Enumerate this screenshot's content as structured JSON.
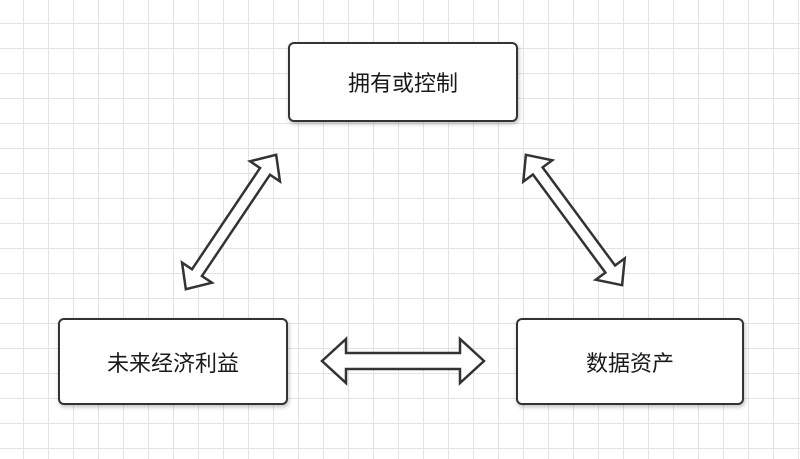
{
  "diagram": {
    "nodes": {
      "top": "拥有或控制",
      "left": "未来经济利益",
      "right": "数据资产"
    },
    "connectors": [
      {
        "from": "top",
        "to": "left",
        "style": "double-arrow"
      },
      {
        "from": "top",
        "to": "right",
        "style": "double-arrow"
      },
      {
        "from": "left",
        "to": "right",
        "style": "double-arrow"
      }
    ],
    "colors": {
      "stroke": "#333333",
      "fill": "#ffffff",
      "grid": "#e3e3e3"
    }
  }
}
